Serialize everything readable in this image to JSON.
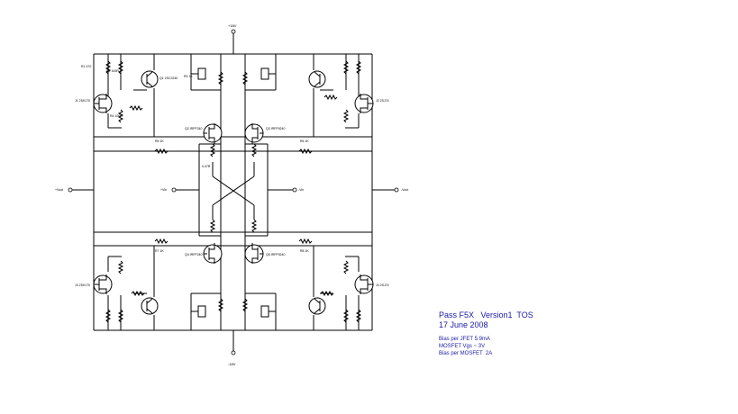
{
  "title_block": {
    "title": "Pass F5X   Version1  TOS",
    "date": "17 June 2008"
  },
  "notes": [
    "Bias per JFET 5.9mA",
    "MOSFET Vgs ~ 3V",
    "Bias per MOSFET  2A"
  ],
  "rails": {
    "positive": "+18V",
    "negative": "-18V"
  },
  "io": {
    "in_left": "+Vout",
    "in_right": "-Vout",
    "mid_left": "+Vin",
    "mid_right": "-Vin"
  },
  "components": {
    "r_tl_a": "R1 470",
    "r_tl_b": "R2 100R",
    "q_tl_npn": "Q1 2SC2240",
    "r_tl_set": "R3 1K",
    "j_tl": "J1 2SK170",
    "r_tl_g": "R4 100R",
    "m_tl": "Q2 IRFP240",
    "m_tr": "Q3 IRFP9240",
    "m_bl": "Q4 IRFP240",
    "m_br": "Q5 IRFP9240",
    "j_tr": "J2 2SJ74",
    "j_bl": "J3 2SK170",
    "j_br": "J4 2SJ74",
    "r_fb_tl": "R5 1K",
    "r_fb_tr": "R6 1K",
    "r_fb_bl": "R7 1K",
    "r_fb_br": "R8 1K",
    "r_src": "0.47R"
  }
}
